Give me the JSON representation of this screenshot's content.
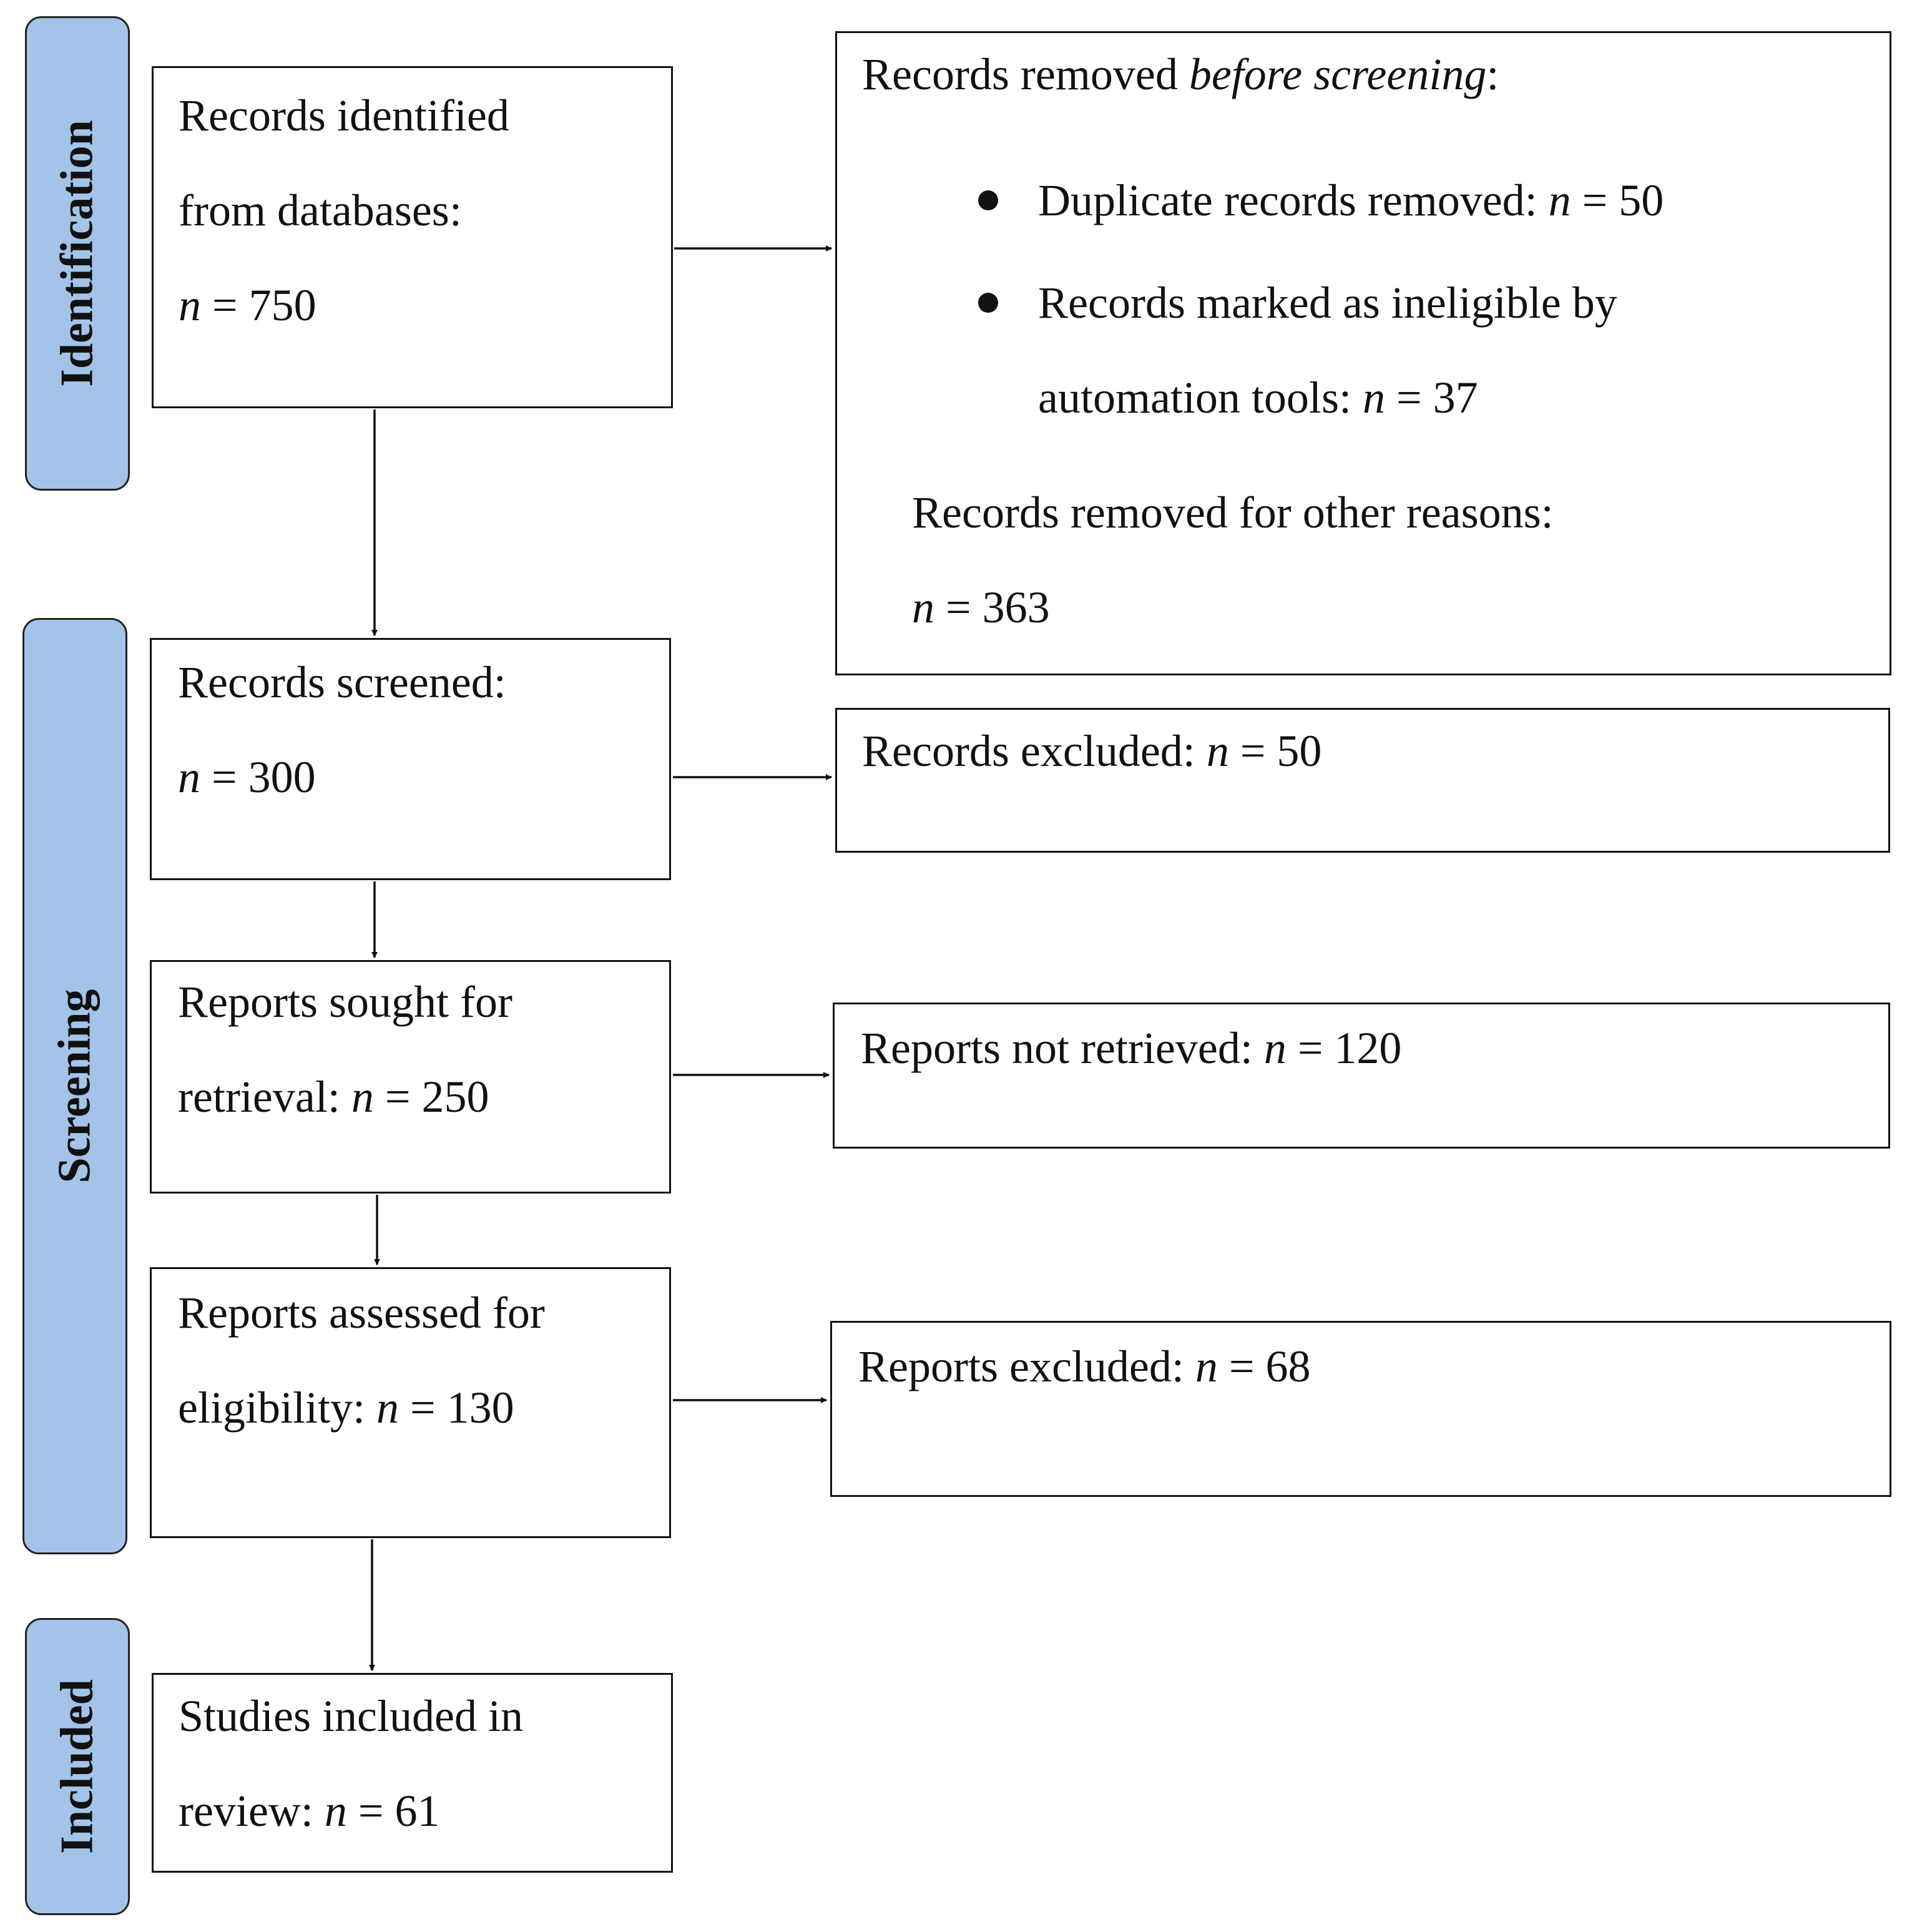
{
  "phases": {
    "identification": "Identification",
    "screening": "Screening",
    "included": "Included"
  },
  "identified": {
    "line1": "Records identified",
    "line2": "from databases:",
    "n_prefix": "n",
    "n_value": " = 750"
  },
  "removed_before": {
    "title_prefix": "Records removed ",
    "title_italic": "before screening",
    "title_suffix": ":",
    "duplicates": {
      "text": "Duplicate records removed: ",
      "n": "n",
      "value": " = 50"
    },
    "automation": {
      "line1": "Records marked as ineligible by",
      "line2": "automation tools: ",
      "n": "n",
      "value": " = 37"
    },
    "other": {
      "line1": "Records removed for other reasons:",
      "n": "n",
      "value": " = 363"
    }
  },
  "screened": {
    "line1": "Records screened:",
    "n": "n",
    "value": " = 300"
  },
  "excluded_records": {
    "text": "Records excluded: ",
    "n": "n",
    "value": " = 50"
  },
  "sought": {
    "line1": "Reports sought for",
    "line2": "retrieval: ",
    "n": "n",
    "value": " = 250"
  },
  "not_retrieved": {
    "text": "Reports not retrieved: ",
    "n": "n",
    "value": " = 120"
  },
  "assessed": {
    "line1": "Reports assessed for",
    "line2": "eligibility: ",
    "n": "n",
    "value": " = 130"
  },
  "excluded_reports": {
    "text": "Reports excluded: ",
    "n": "n",
    "value": " = 68"
  },
  "included": {
    "line1": "Studies included in",
    "line2": "review: ",
    "n": "n",
    "value": " = 61"
  }
}
